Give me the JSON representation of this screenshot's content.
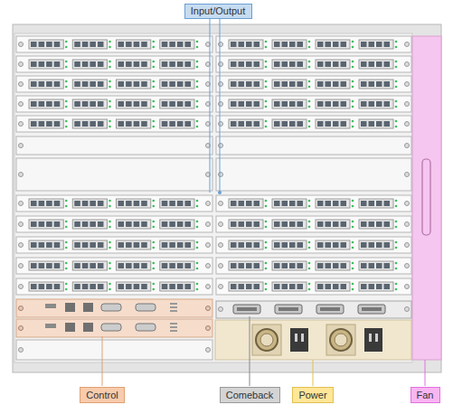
{
  "diagram": {
    "nodes": [
      {
        "text": [
          "Input/Output"
        ]
      },
      {
        "text": [
          "Control"
        ]
      },
      {
        "text": [
          "Comeback"
        ]
      },
      {
        "text": [
          "Power"
        ]
      },
      {
        "text": [
          "Fan"
        ]
      }
    ]
  }
}
